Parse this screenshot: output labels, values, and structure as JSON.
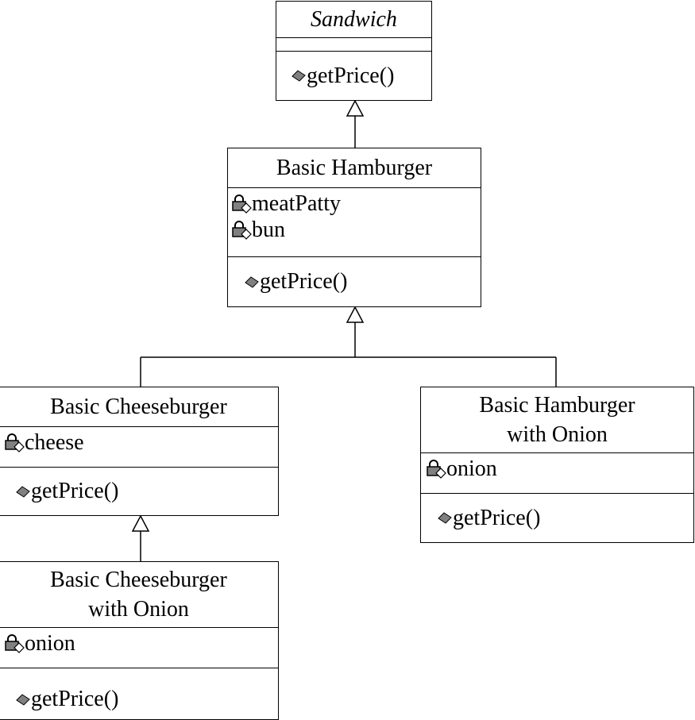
{
  "diagram": {
    "classes": {
      "sandwich": {
        "name": "Sandwich",
        "attributes": [],
        "operations": [
          "getPrice()"
        ]
      },
      "basic_hamburger": {
        "name": "Basic Hamburger",
        "attributes": [
          "meatPatty",
          "bun"
        ],
        "operations": [
          "getPrice()"
        ]
      },
      "basic_cheeseburger": {
        "name": "Basic Cheeseburger",
        "attributes": [
          "cheese"
        ],
        "operations": [
          "getPrice()"
        ]
      },
      "basic_hamburger_with_onion": {
        "name_lines": [
          "Basic Hamburger",
          "with Onion"
        ],
        "attributes": [
          "onion"
        ],
        "operations": [
          "getPrice()"
        ]
      },
      "basic_cheeseburger_with_onion": {
        "name_lines": [
          "Basic Cheeseburger",
          "with Onion"
        ],
        "attributes": [
          "onion"
        ],
        "operations": [
          "getPrice()"
        ]
      }
    },
    "icons": {
      "attribute": "private-field-lock-icon",
      "operation": "public-method-diamond-icon"
    },
    "colors": {
      "line": "#000000",
      "background": "#ffffff",
      "icon_fill": "#808080"
    }
  }
}
